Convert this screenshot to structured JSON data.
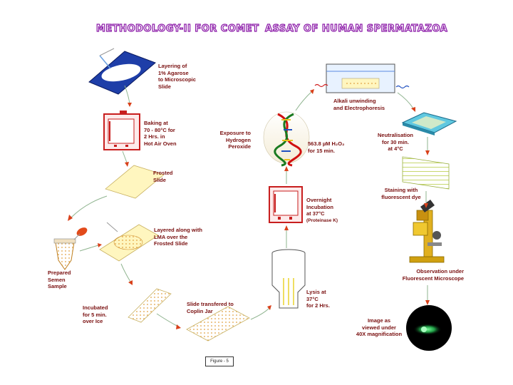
{
  "title": {
    "part1": "METHODOLOGY-II FOR COMET",
    "part2": "ASSAY OF HUMAN SPERMATAZOA"
  },
  "steps": {
    "layering": "Layering of\n1% Agarose\nto Microscopic\nSlide",
    "baking": "Baking at\n70 - 80°C for\n2 Hrs. in\nHot Air Oven",
    "frosted": "Frosted\nSlide",
    "layered_lma": "Layered along with\nLMA over the\nFrosted Slide",
    "prepared_semen": "Prepared\nSemen\nSample",
    "incubated": "Incubated\nfor 5 min.\nover Ice",
    "coplin": "Slide transfered to\nCoplin Jar",
    "exposure": "Exposure to\nHydrogen\nPeroxide",
    "h2o2_dose": "563.8 µM H₂O₂\nfor 15 min.",
    "alkali": "Alkali unwinding\nand Electrophoresis",
    "neutralisation": "Neutralisation\nfor 30 min.\nat 4°C",
    "staining": "Staining with\nfluorescent dye",
    "overnight": "Overnight\nIncubation\nat 37°C",
    "proteinase": "(Proteinase K)",
    "lysis": "Lysis at\n37°C\nfor 2 Hrs.",
    "observation": "Observation under\nFluorescent Microscope",
    "image": "Image as\nviewed under\n40X magnification"
  },
  "figure_label": "Figure - 5",
  "colors": {
    "title_outline": "#8b1aa8",
    "label_text": "#7a1010",
    "arrow_shaft": "#8fb48f",
    "arrow_head": "#d9401a",
    "slide_yellow": "#fff6bf",
    "gel_blue": "#1a1aa0",
    "oven_red": "#c81e1e",
    "comet_green": "#39d96a"
  }
}
